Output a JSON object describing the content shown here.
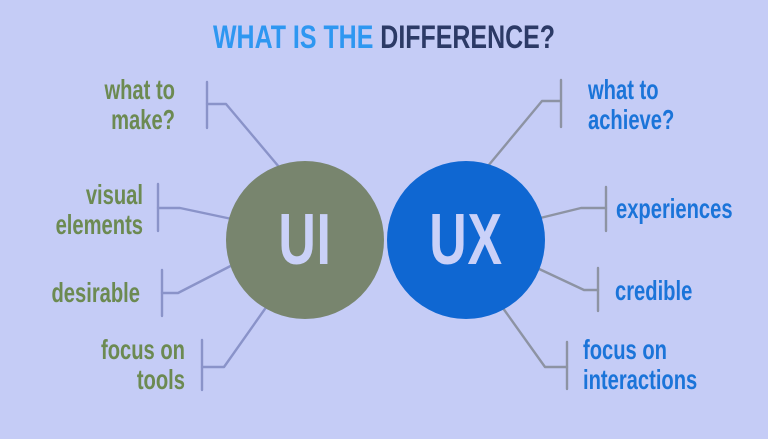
{
  "title": {
    "accent": "WHAT IS THE",
    "rest": "DIFFERENCE?"
  },
  "circles": {
    "ui": {
      "label": "UI"
    },
    "ux": {
      "label": "UX"
    }
  },
  "ui_side": {
    "items": [
      {
        "line1": "what to",
        "line2": "make?"
      },
      {
        "line1": "visual",
        "line2": "elements"
      },
      {
        "line1": "desirable"
      },
      {
        "line1": "focus on",
        "line2": "tools"
      }
    ]
  },
  "ux_side": {
    "items": [
      {
        "line1": "what to",
        "line2": "achieve?"
      },
      {
        "line1": "experiences"
      },
      {
        "line1": "credible"
      },
      {
        "line1": "focus on",
        "line2": "interactions"
      }
    ]
  },
  "colors": {
    "background": "#c5ccf6",
    "title_accent": "#2e97f1",
    "title_rest": "#2c3a66",
    "ui_fill": "#78856e",
    "ux_fill": "#0f67d2",
    "ui_text": "#6c8a52",
    "ux_text": "#1b74d9",
    "circle_label": "#cad1f8",
    "ui_line": "#8a93c9",
    "ux_line": "#8d93a3"
  }
}
